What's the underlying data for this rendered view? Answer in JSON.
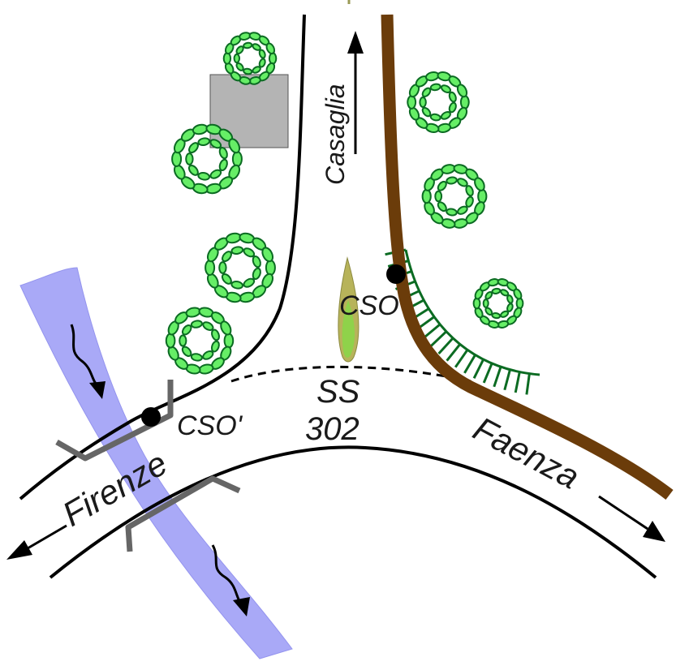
{
  "labels": {
    "casaglia": "Casaglia",
    "cso": "CSO",
    "cso_prime": "CSO'",
    "ss_line1": "SS",
    "ss_line2": "302",
    "firenze": "Firenze",
    "faenza": "Faenza"
  },
  "colors": {
    "river": "#a9a9f7",
    "river_dark": "#8d8de8",
    "brown_road": "#6b3c0a",
    "tree_fill": "#66ee66",
    "tree_stroke": "#0b6b22",
    "building": "#b4b4b4",
    "bridge": "#666666",
    "arrow": "#000000",
    "marker_base": "#b7b35a",
    "marker_tip": "#8fd24a"
  },
  "icons": [
    "tree-icon",
    "building-icon",
    "bridge-icon",
    "flow-arrow-icon",
    "cso-point-icon",
    "marker-icon"
  ]
}
